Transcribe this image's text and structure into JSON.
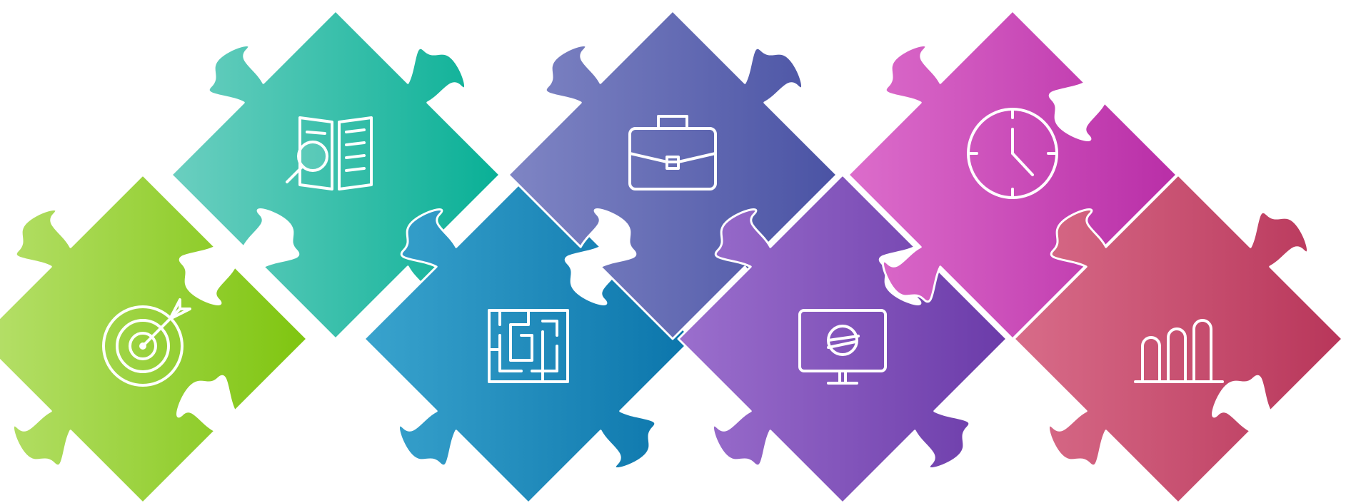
{
  "diagram": {
    "kind": "jigsaw-puzzle-infographic",
    "pieces": [
      {
        "id": "target",
        "icon": "target-arrow-icon",
        "color_start": "#b7e06c",
        "color_end": "#7fc510"
      },
      {
        "id": "research",
        "icon": "book-magnifier-icon",
        "color_start": "#6bcfc0",
        "color_end": "#09b096"
      },
      {
        "id": "maze",
        "icon": "maze-icon",
        "color_start": "#39a3cd",
        "color_end": "#0b75ab"
      },
      {
        "id": "briefcase",
        "icon": "briefcase-icon",
        "color_start": "#7f85c4",
        "color_end": "#4a53a4"
      },
      {
        "id": "monitor",
        "icon": "monitor-logo-icon",
        "color_start": "#9b6fcd",
        "color_end": "#6b3ba9"
      },
      {
        "id": "clock",
        "icon": "clock-icon",
        "color_start": "#dc6dcb",
        "color_end": "#b92ea7"
      },
      {
        "id": "growth",
        "icon": "bar-chart-growth-icon",
        "color_start": "#d86c89",
        "color_end": "#b8365a"
      }
    ]
  }
}
